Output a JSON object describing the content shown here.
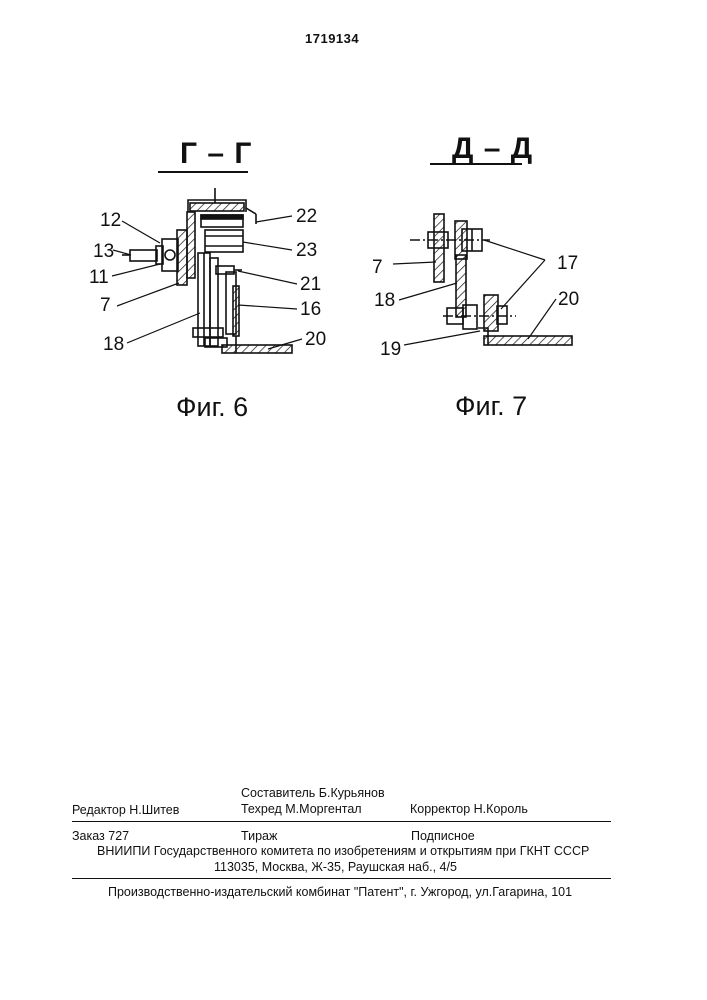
{
  "patent_number": "1719134",
  "section_left": "Г – Г",
  "section_right": "Д – Д",
  "fig6_caption": "Фиг. 6",
  "fig7_caption": "Фиг. 7",
  "fig6_labels": {
    "l12": "12",
    "l13": "13",
    "l11": "11",
    "l7": "7",
    "l18": "18",
    "l22": "22",
    "l23": "23",
    "l21": "21",
    "l16": "16",
    "l20": "20"
  },
  "fig7_labels": {
    "l7": "7",
    "l18": "18",
    "l19": "19",
    "l17": "17",
    "l20": "20"
  },
  "footer": {
    "compiler": "Составитель  Б.Курьянов",
    "editor": "Редактор   Н.Шитев",
    "techred": "Техред М.Моргентал",
    "corrector": "Корректор   Н.Король",
    "order": "Заказ 727",
    "circulation": "Тираж",
    "subscription": "Подписное",
    "org": "ВНИИПИ Государственного комитета по изобретениям и открытиям при ГКНТ СССР",
    "address": "113035, Москва, Ж-35, Раушская наб., 4/5",
    "printer": "Производственно-издательский комбинат \"Патент\", г. Ужгород, ул.Гагарина, 101"
  }
}
